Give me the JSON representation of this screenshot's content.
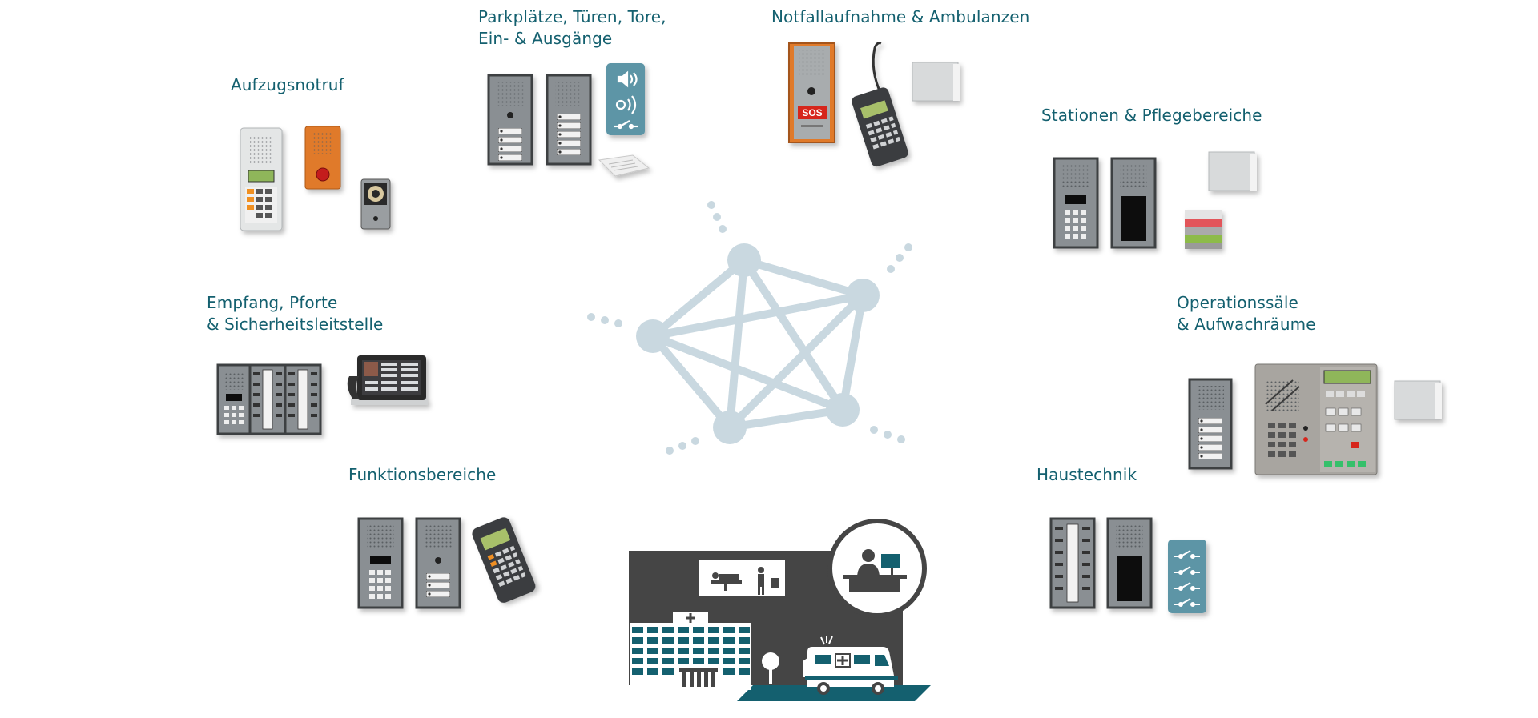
{
  "labels": {
    "aufzug": [
      "Aufzugsnotruf"
    ],
    "park": [
      "Parkplätze, Türen, Tore,",
      "Ein- & Ausgänge"
    ],
    "notfall": [
      "Notfallaufnahme & Ambulanzen"
    ],
    "stationen": [
      "Stationen & Pflegebereiche"
    ],
    "empfang": [
      "Empfang, Pforte",
      "& Sicherheitsleitstelle"
    ],
    "op": [
      "Operationssäle",
      "& Aufwachräume"
    ],
    "funktion": [
      "Funktionsbereiche"
    ],
    "haustechnik": [
      "Haustechnik"
    ]
  },
  "device_text": {
    "sos": "SOS"
  },
  "colors": {
    "label": "#14606f",
    "network": "#c9d8e0",
    "panel": "#8a8f93",
    "panel_frame": "#3c3f42",
    "pictogram_dark": "#454545",
    "accent_teal": "#14606f",
    "signal_blue": "#5d95a6",
    "emergency_orange": "#e07a2c",
    "sos_red": "#d6281e"
  },
  "icons": [
    "speaker-icon",
    "microphone-icon",
    "switch-icon",
    "hospital-pictogram",
    "ambulance-pictogram",
    "reception-pictogram"
  ]
}
